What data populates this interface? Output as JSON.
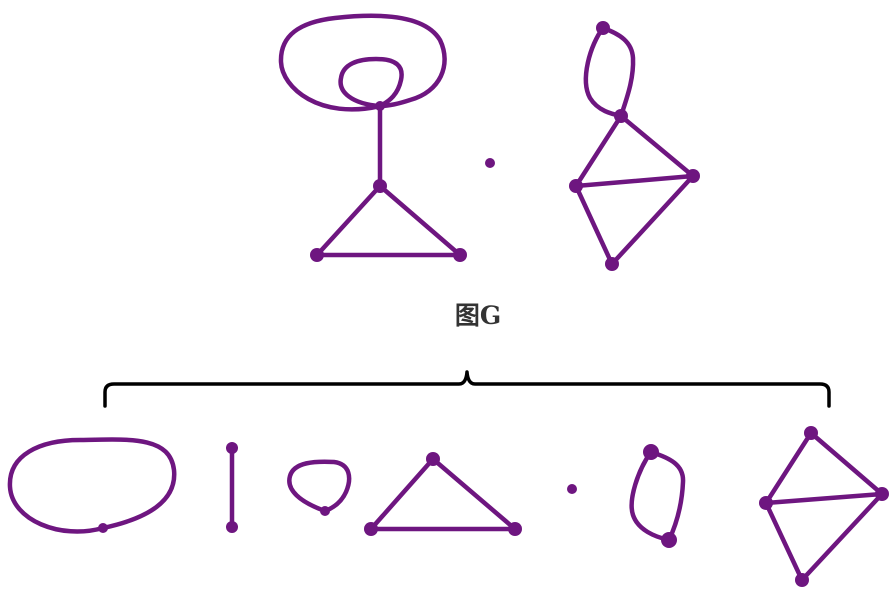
{
  "caption": "图G",
  "colors": {
    "graph": "#6e1680",
    "brace": "#000000",
    "caption": "#333333"
  },
  "graph_G": {
    "components": [
      "loop-triangle-component",
      "isolated-vertex",
      "loop-kite-component"
    ]
  },
  "decomposition": {
    "parts": [
      "large-loop",
      "edge",
      "small-loop",
      "triangle",
      "isolated-vertex",
      "loop-pair",
      "kite"
    ]
  }
}
